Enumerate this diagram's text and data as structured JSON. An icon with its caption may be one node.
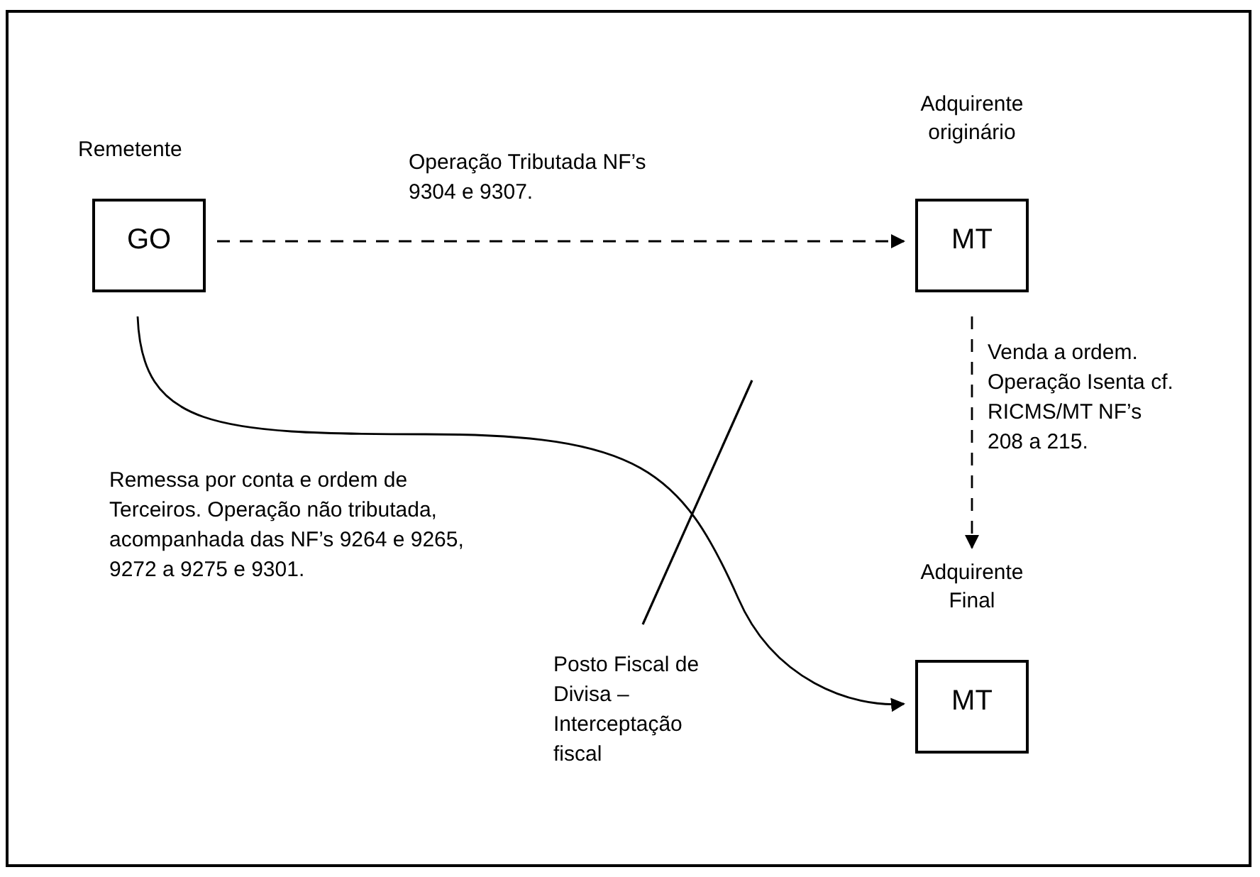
{
  "diagram": {
    "nodes": [
      {
        "text": [
          "Remetente",
          "GO"
        ]
      },
      {
        "text": [
          "Adquirente originário",
          "MT"
        ]
      },
      {
        "text": [
          "Adquirente Final",
          "MT"
        ]
      }
    ],
    "edges": [
      {
        "from": 0,
        "to": 1,
        "arrow": "to",
        "style": "dashed",
        "label": "Operação Tributada NF’s 9304 e 9307."
      },
      {
        "from": 1,
        "to": 2,
        "arrow": "to",
        "style": "dashed",
        "label": "Venda a ordem. Operação Isenta cf. RICMS/MT NF’s 208 a 215."
      },
      {
        "from": 0,
        "to": 2,
        "arrow": "to",
        "label": "Remessa por conta e ordem de Terceiros. Operação não tributada, acompanhada das NF’s 9264 e 9265, 9272 a 9275 e 9301."
      }
    ],
    "labels": [
      "Posto Fiscal de Divisa – Interceptação fiscal"
    ]
  }
}
